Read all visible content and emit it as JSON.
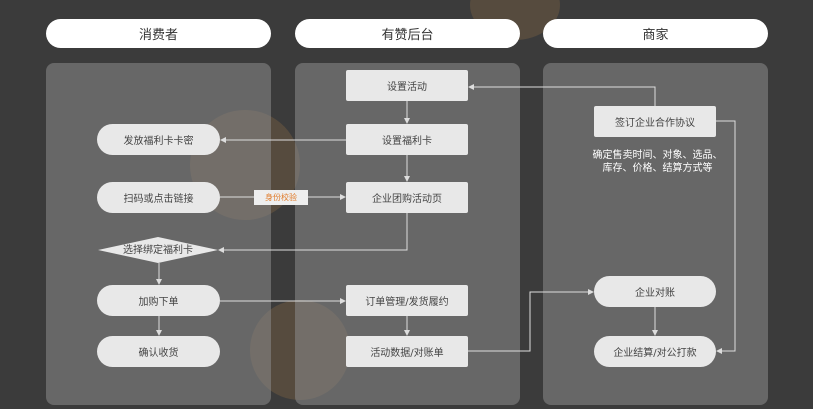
{
  "headers": {
    "consumer": "消费者",
    "platform": "有赞后台",
    "merchant": "商家"
  },
  "consumer": {
    "issue": "发放福利卡卡密",
    "scan": "扫码或点击链接",
    "select": "选择绑定福利卡",
    "buy": "加购下单",
    "confirm": "确认收货"
  },
  "platform": {
    "set_activity": "设置活动",
    "set_card": "设置福利卡",
    "group_page": "企业团购活动页",
    "order": "订单管理/发货履约",
    "data": "活动数据/对账单"
  },
  "merchant": {
    "sign": "签订企业合作协议",
    "sign_note": "确定售卖时间、对象、选品、库存、价格、结算方式等",
    "reconcile": "企业对账",
    "settle": "企业结算/对公打款"
  },
  "verify_label": "身份校验",
  "colors": {
    "accent": "#e07b2a"
  }
}
